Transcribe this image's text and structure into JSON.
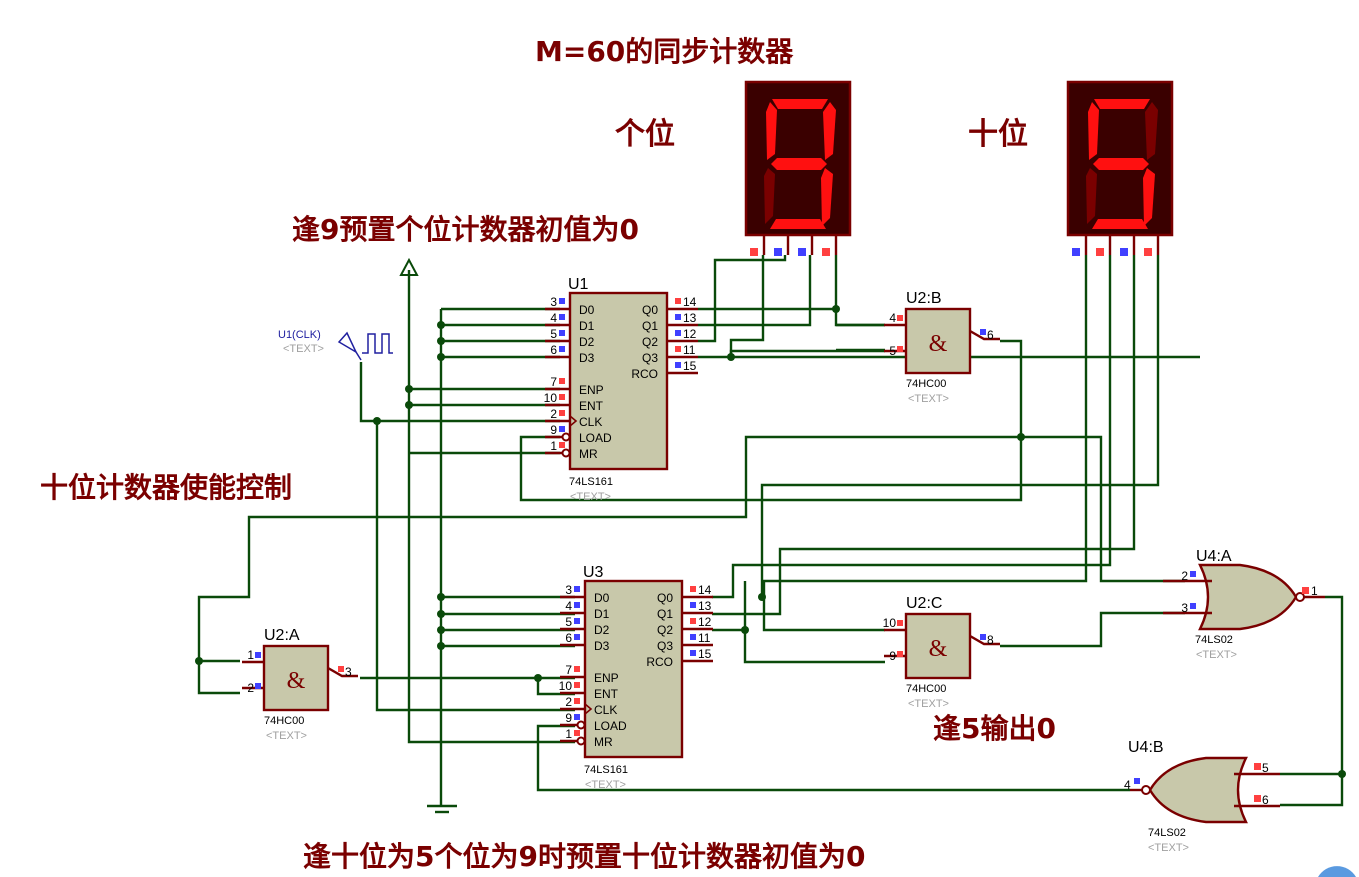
{
  "title": "M=60的同步计数器",
  "annotations": {
    "ones_label": "个位",
    "tens_label": "十位",
    "preset_ones": "逢9预置个位计数器初值为0",
    "tens_enable": "十位计数器使能控制",
    "output_on_5": "逢5输出0",
    "preset_tens": "逢十位为5个位为9时预置十位计数器初值为0"
  },
  "displays": [
    {
      "id": "ones",
      "digit": "9",
      "segments_on": [
        "a",
        "b",
        "c",
        "d",
        "f",
        "g"
      ]
    },
    {
      "id": "tens",
      "digit": "5",
      "segments_on": [
        "a",
        "c",
        "d",
        "f",
        "g"
      ]
    }
  ],
  "display_pin_states": {
    "ones": [
      "red",
      "blue",
      "blue",
      "red"
    ],
    "tens": [
      "blue",
      "red",
      "blue",
      "red"
    ]
  },
  "clock": {
    "label": "U1(CLK)",
    "text": "<TEXT>"
  },
  "counters": [
    {
      "ref": "U1",
      "part": "74LS161",
      "text": "<TEXT>",
      "left_pins": [
        {
          "num": "3",
          "name": "D0",
          "state": "blue"
        },
        {
          "num": "4",
          "name": "D1",
          "state": "blue"
        },
        {
          "num": "5",
          "name": "D2",
          "state": "blue"
        },
        {
          "num": "6",
          "name": "D3",
          "state": "blue"
        },
        {
          "num": "7",
          "name": "ENP",
          "state": "red"
        },
        {
          "num": "10",
          "name": "ENT",
          "state": "red"
        },
        {
          "num": "2",
          "name": "CLK",
          "state": "red"
        },
        {
          "num": "9",
          "name": "LOAD",
          "state": "blue"
        },
        {
          "num": "1",
          "name": "MR",
          "state": "red"
        }
      ],
      "right_pins": [
        {
          "num": "14",
          "name": "Q0",
          "state": "red"
        },
        {
          "num": "13",
          "name": "Q1",
          "state": "blue"
        },
        {
          "num": "12",
          "name": "Q2",
          "state": "blue"
        },
        {
          "num": "11",
          "name": "Q3",
          "state": "red"
        },
        {
          "num": "15",
          "name": "RCO",
          "state": "blue"
        }
      ]
    },
    {
      "ref": "U3",
      "part": "74LS161",
      "text": "<TEXT>",
      "left_pins": [
        {
          "num": "3",
          "name": "D0",
          "state": "blue"
        },
        {
          "num": "4",
          "name": "D1",
          "state": "blue"
        },
        {
          "num": "5",
          "name": "D2",
          "state": "blue"
        },
        {
          "num": "6",
          "name": "D3",
          "state": "blue"
        },
        {
          "num": "7",
          "name": "ENP",
          "state": "red"
        },
        {
          "num": "10",
          "name": "ENT",
          "state": "red"
        },
        {
          "num": "2",
          "name": "CLK",
          "state": "red"
        },
        {
          "num": "9",
          "name": "LOAD",
          "state": "blue"
        },
        {
          "num": "1",
          "name": "MR",
          "state": "red"
        }
      ],
      "right_pins": [
        {
          "num": "14",
          "name": "Q0",
          "state": "red"
        },
        {
          "num": "13",
          "name": "Q1",
          "state": "blue"
        },
        {
          "num": "12",
          "name": "Q2",
          "state": "red"
        },
        {
          "num": "11",
          "name": "Q3",
          "state": "blue"
        },
        {
          "num": "15",
          "name": "RCO",
          "state": "blue"
        }
      ]
    }
  ],
  "nand_gates": [
    {
      "ref": "U2:B",
      "part": "74HC00",
      "text": "<TEXT>",
      "symbol": "&",
      "in1": "4",
      "in2": "5",
      "out": "6",
      "in1_state": "red",
      "in2_state": "red",
      "out_state": "blue"
    },
    {
      "ref": "U2:A",
      "part": "74HC00",
      "text": "<TEXT>",
      "symbol": "&",
      "in1": "1",
      "in2": "2",
      "out": "3",
      "in1_state": "blue",
      "in2_state": "blue",
      "out_state": "red"
    },
    {
      "ref": "U2:C",
      "part": "74HC00",
      "text": "<TEXT>",
      "symbol": "&",
      "in1": "10",
      "in2": "9",
      "out": "8",
      "in1_state": "red",
      "in2_state": "red",
      "out_state": "blue"
    }
  ],
  "nor_gates": [
    {
      "ref": "U4:A",
      "part": "74LS02",
      "text": "<TEXT>",
      "in1": "2",
      "in2": "3",
      "out": "1",
      "in1_state": "blue",
      "in2_state": "blue",
      "out_state": "red"
    },
    {
      "ref": "U4:B",
      "part": "74LS02",
      "text": "<TEXT>",
      "in1": "5",
      "in2": "6",
      "out": "4",
      "in1_state": "red",
      "in2_state": "red",
      "out_state": "blue"
    }
  ],
  "colors": {
    "wire": "#0a4a0a",
    "component_outline": "#7a0000",
    "component_fill": "#c8c8aa",
    "annotation": "#7a0000",
    "logic_high": "#ff4040",
    "logic_low": "#4040ff",
    "segment_on": "#ff1010",
    "segment_off": "#7a0000",
    "display_bg": "#3a0000"
  }
}
